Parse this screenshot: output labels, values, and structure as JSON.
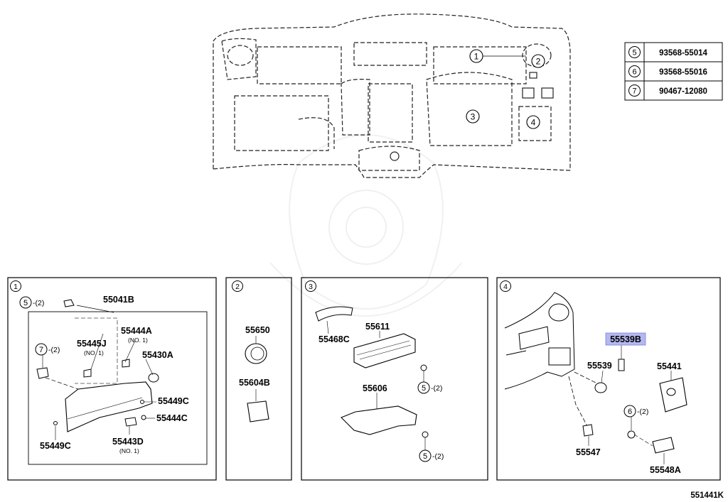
{
  "legend": [
    {
      "num": "5",
      "part": "93568-55014"
    },
    {
      "num": "6",
      "part": "93568-55016"
    },
    {
      "num": "7",
      "part": "90467-12080"
    }
  ],
  "overview": {
    "callouts": [
      "1",
      "2",
      "3",
      "4"
    ]
  },
  "panel1": {
    "num": "1",
    "labels": {
      "p55041B": "55041B",
      "p55445J": "55445J",
      "p55445J_note": "(NO. 1)",
      "p55444A": "55444A",
      "p55444A_note": "(NO. 1)",
      "p55430A": "55430A",
      "p55449C_r": "55449C",
      "p55444C": "55444C",
      "p55443D": "55443D",
      "p55443D_note": "(NO. 1)",
      "p55449C_l": "55449C",
      "c5": "5",
      "c5_qty": "-(2)",
      "c7": "7",
      "c7_qty": "-(2)"
    }
  },
  "panel2": {
    "num": "2",
    "labels": {
      "p55650": "55650",
      "p55604B": "55604B"
    }
  },
  "panel3": {
    "num": "3",
    "labels": {
      "p55468C": "55468C",
      "p55611": "55611",
      "p55606": "55606",
      "c5a": "5",
      "c5a_qty": "-(2)",
      "c5b": "5",
      "c5b_qty": "-(2)"
    }
  },
  "panel4": {
    "num": "4",
    "labels": {
      "p55539B": "55539B",
      "p55539": "55539",
      "p55441": "55441",
      "p55547": "55547",
      "p55548A": "55548A",
      "c6": "6",
      "c6_qty": "-(2)"
    },
    "highlight_color": "#b4b8f0"
  },
  "figure_code": "551441K"
}
